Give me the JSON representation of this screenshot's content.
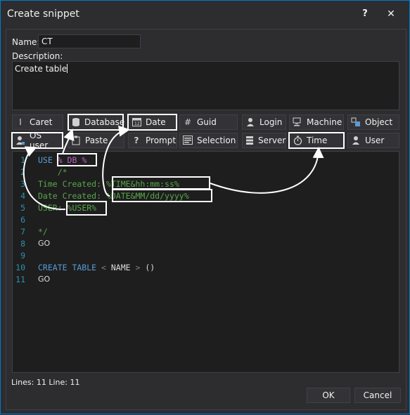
{
  "window": {
    "title": "Create snippet",
    "help_label": "?",
    "close_label": "✕"
  },
  "form": {
    "name_label": "Name:",
    "name_value": "CT",
    "description_label": "Description:",
    "description_value": "Create table"
  },
  "variable_buttons": {
    "row1": [
      {
        "label": "Caret",
        "icon": "caret-icon"
      },
      {
        "label": "Database",
        "icon": "database-icon"
      },
      {
        "label": "Date",
        "icon": "calendar-icon"
      },
      {
        "label": "Guid",
        "icon": "hash-icon"
      },
      {
        "label": "Login",
        "icon": "login-icon"
      },
      {
        "label": "Machine",
        "icon": "computer-icon"
      },
      {
        "label": "Object",
        "icon": "object-icon"
      }
    ],
    "row2": [
      {
        "label": "OS user",
        "icon": "os-user-icon"
      },
      {
        "label": "Paste",
        "icon": "paste-icon"
      },
      {
        "label": "Prompt",
        "icon": "question-icon"
      },
      {
        "label": "Selection",
        "icon": "selection-icon"
      },
      {
        "label": "Server",
        "icon": "server-icon"
      },
      {
        "label": "Time",
        "icon": "stopwatch-icon"
      },
      {
        "label": "User",
        "icon": "user-icon"
      }
    ]
  },
  "editor": {
    "line_numbers": [
      "1",
      "2",
      "3",
      "4",
      "5",
      "6",
      "7",
      "8",
      "9",
      "10",
      "11"
    ],
    "l1_kw": "USE ",
    "l1_var": "% DB %",
    "l2_text": "    /*",
    "l3_text": "Time Created: ",
    "l3_var": "%TIME&hh:mm:ss%",
    "l4_text": "Date Created: ",
    "l4_var": "%DATE&MM/dd/yyyy%",
    "l5_text": "USER: ",
    "l5_var": "%USER%",
    "l7_text": "*/",
    "l8_text": "GO",
    "l10_kw": "CREATE TABLE",
    "l10_lt": " < ",
    "l10_name": "NAME",
    "l10_gt": " > ",
    "l10_paren": "()",
    "l11_text": "GO"
  },
  "status": {
    "text": "Lines: 11 Line: 11"
  },
  "buttons": {
    "ok": "OK",
    "cancel": "Cancel"
  },
  "colors": {
    "accent": "#007acc",
    "keyword": "#569cd6",
    "comment": "#57a64a",
    "variable": "#bd63c5",
    "line_number": "#2b91af"
  }
}
